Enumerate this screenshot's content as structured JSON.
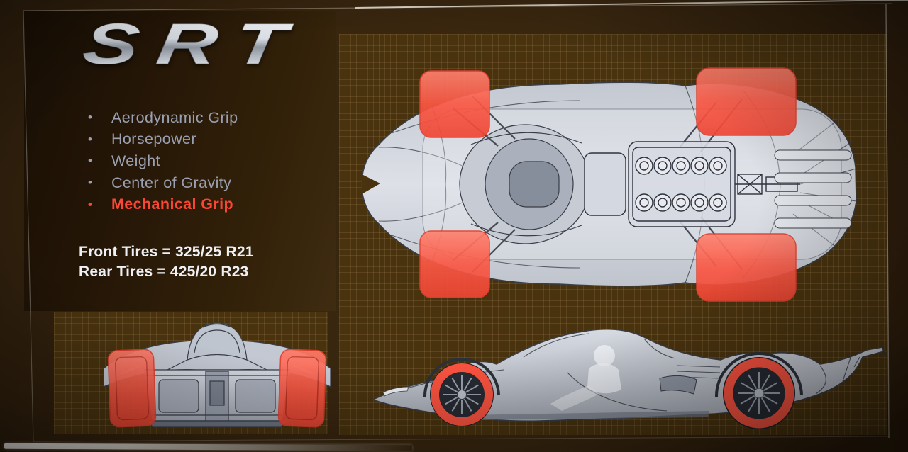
{
  "slide": {
    "logo_text": "SRT",
    "bullet_char": "•",
    "bullets": [
      {
        "label": "Aerodynamic Grip",
        "highlighted": false
      },
      {
        "label": "Horsepower",
        "highlighted": false
      },
      {
        "label": "Weight",
        "highlighted": false
      },
      {
        "label": "Center of Gravity",
        "highlighted": false
      },
      {
        "label": "Mechanical Grip",
        "highlighted": true
      }
    ],
    "specs": {
      "front": "Front Tires = 325/25 R21",
      "rear": "Rear Tires = 425/20 R23"
    },
    "colors": {
      "highlight_red": "#fc4634",
      "tire_highlight_red": "#f8523f",
      "muted_bullet_text": "#9aa0b0",
      "spec_text": "#eef0f6",
      "car_body_gray": "#ccd1d9"
    }
  }
}
